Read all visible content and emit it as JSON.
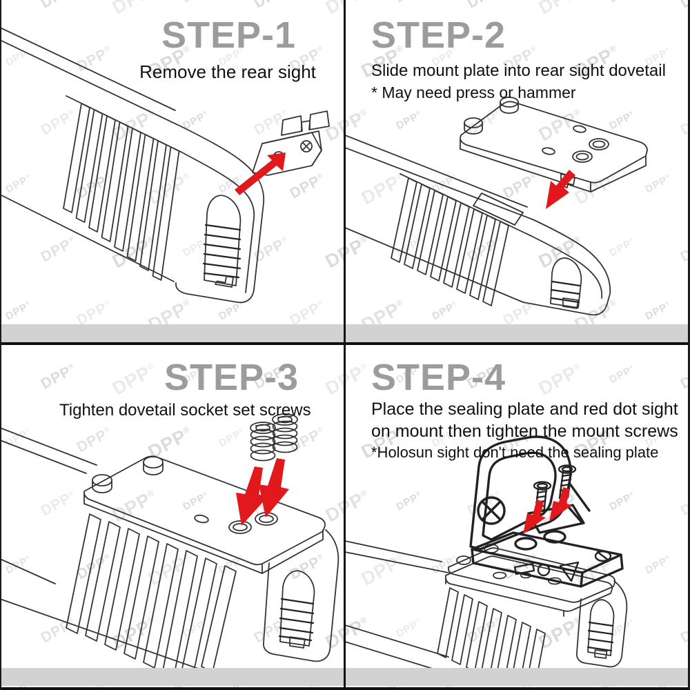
{
  "canvas": {
    "background": "#ffffff",
    "border_color": "#1a1a1a",
    "divider_band_color": "#d2d2d2",
    "heading_color": "#9c9c9c",
    "line_color": "#333333",
    "accent_red": "#e2191c"
  },
  "watermark": {
    "text": "DPP",
    "mark": "®",
    "color": "#cbcbcb"
  },
  "panels": [
    {
      "id": "step-1",
      "title": "STEP-1",
      "lines": [
        "Remove the rear sight"
      ],
      "illustration": "pistol-slide-with-rear-sight-removed"
    },
    {
      "id": "step-2",
      "title": "STEP-2",
      "lines": [
        "Slide mount plate into rear sight dovetail",
        "* May need press or hammer"
      ],
      "illustration": "mount-plate-sliding-into-dovetail"
    },
    {
      "id": "step-3",
      "title": "STEP-3",
      "lines": [
        "Tighten dovetail socket set screws"
      ],
      "illustration": "socket-set-screws-into-mount-plate"
    },
    {
      "id": "step-4",
      "title": "STEP-4",
      "lines": [
        "Place the sealing plate and red dot sight",
        "on mount then tighten the mount screws",
        "*Holosun sight don't need the sealing plate"
      ],
      "illustration": "red-dot-sight-sealing-plate-and-screws"
    }
  ]
}
